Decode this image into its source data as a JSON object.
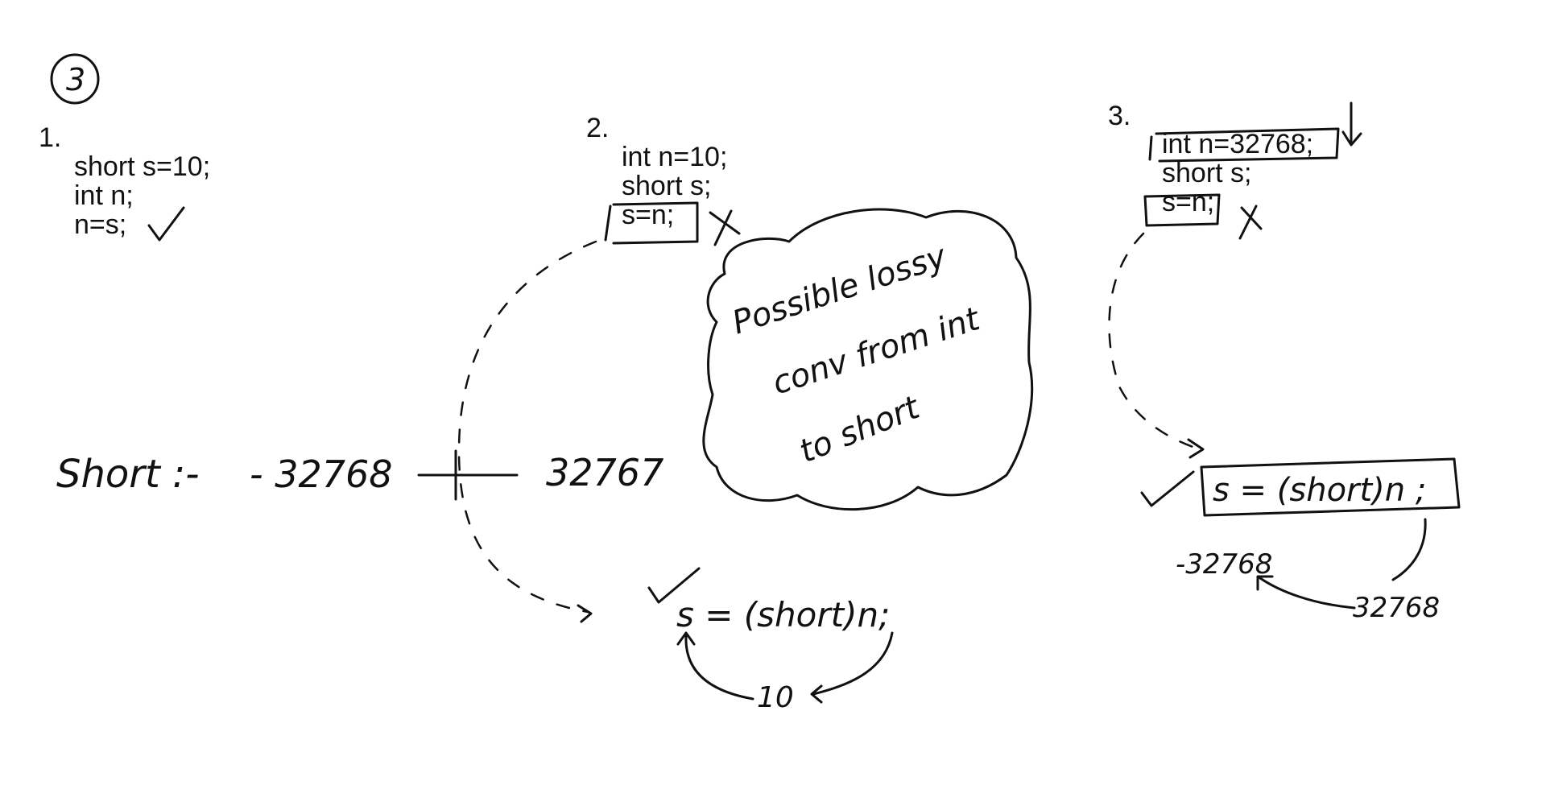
{
  "page_badge": "3",
  "left": {
    "num": "1.",
    "lines": [
      "short s=10;",
      "int n;",
      "n=s;"
    ]
  },
  "middle": {
    "num": "2.",
    "lines": [
      "int n=10;",
      "short s;",
      "s=n;"
    ],
    "fix": "s = (short)n;",
    "fix_value": "10"
  },
  "right": {
    "num": "3.",
    "lines": [
      "int n=32768;",
      "short s;",
      "s=n;"
    ],
    "fix": "s = (short)n ;",
    "value_in": "32768",
    "value_out": "-32768"
  },
  "range": {
    "label": "Short :-",
    "min": "- 32768",
    "max": "32767"
  },
  "cloud_lines": [
    "Possible lossy",
    "conv from int",
    "to short"
  ],
  "colors": {
    "ink": "#111111",
    "paper": "#ffffff"
  }
}
